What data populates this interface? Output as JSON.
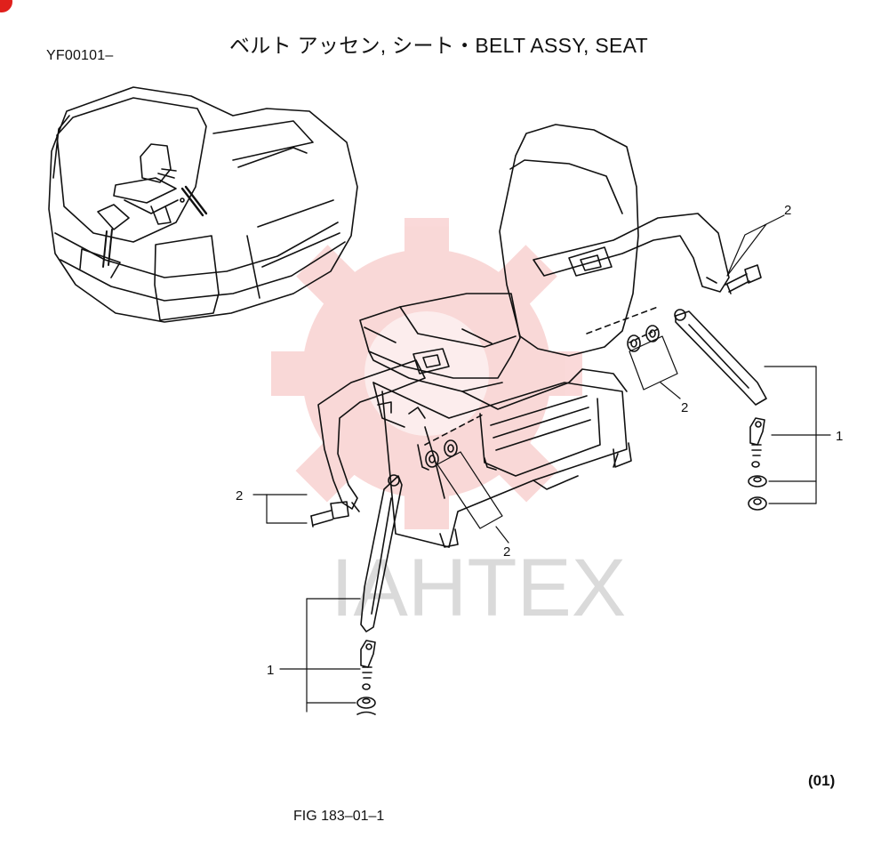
{
  "header": {
    "serial": "YF00101–",
    "title": "ベルト アッセン, シート・BELT ASSY, SEAT"
  },
  "callouts": {
    "belt_assy": "1",
    "bolt_set": "2"
  },
  "watermark": {
    "text": "ІАНТЕХ"
  },
  "footer": {
    "revision": "(01)",
    "figure_id": "FIG 183–01–1"
  },
  "colors": {
    "ink": "#111111",
    "watermark_red": "#e0201c",
    "watermark_gray": "#bdbdbd"
  }
}
